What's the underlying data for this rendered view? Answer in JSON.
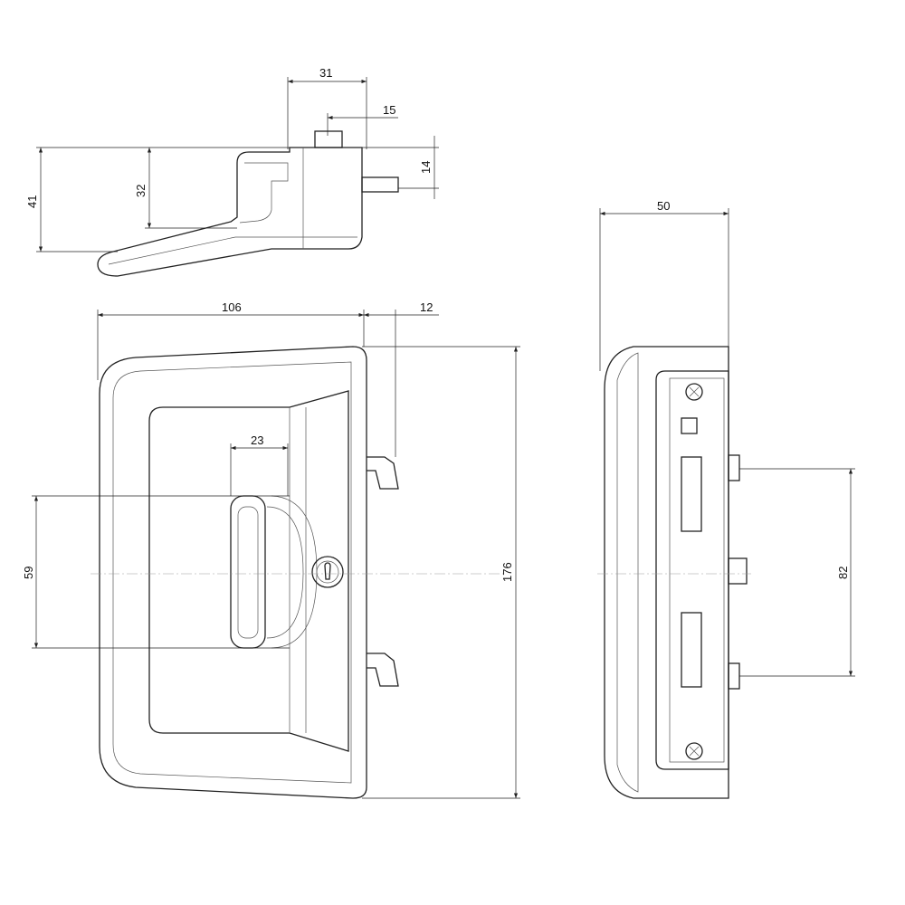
{
  "dimensions": {
    "top_width_31": "31",
    "top_pin_offset_15": "15",
    "top_pin_height_14": "14",
    "top_total_height_41": "41",
    "top_grip_height_32": "32",
    "front_width_106": "106",
    "front_hook_depth_12": "12",
    "front_grip_width_23": "23",
    "front_grip_height_59": "59",
    "front_height_176": "176",
    "side_depth_50": "50",
    "side_latch_spacing_82": "82"
  }
}
